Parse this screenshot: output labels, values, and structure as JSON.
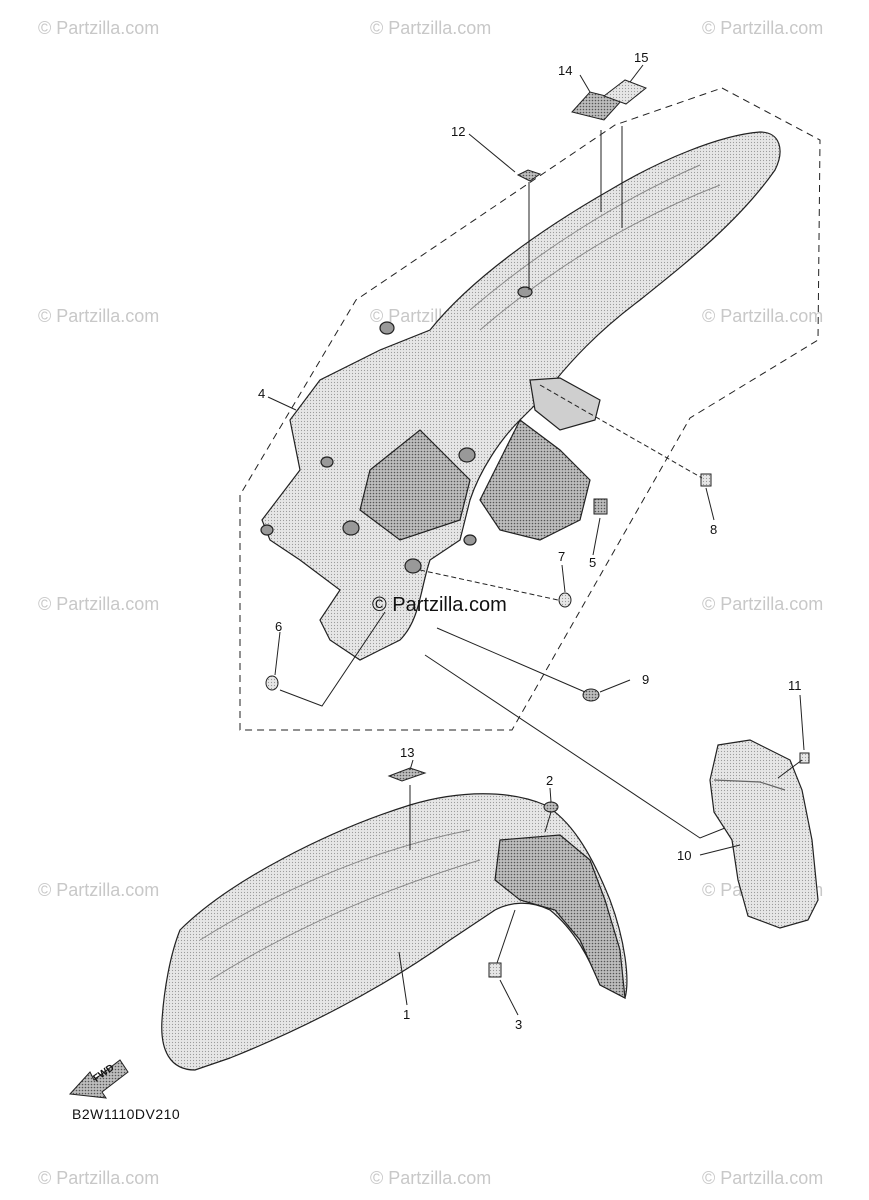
{
  "watermarks": {
    "text": "© Partzilla.com",
    "center": "© Partzilla.com"
  },
  "diagram_code": "B2W1110DV210",
  "fwd_label": "FWD",
  "callouts": [
    "1",
    "2",
    "3",
    "4",
    "5",
    "6",
    "7",
    "8",
    "9",
    "10",
    "11",
    "12",
    "13",
    "14",
    "15"
  ],
  "colors": {
    "line": "#111111",
    "part_fill": "#d9d9d9",
    "part_shade": "#a8a8a8",
    "watermark": "#c8c8c8"
  }
}
